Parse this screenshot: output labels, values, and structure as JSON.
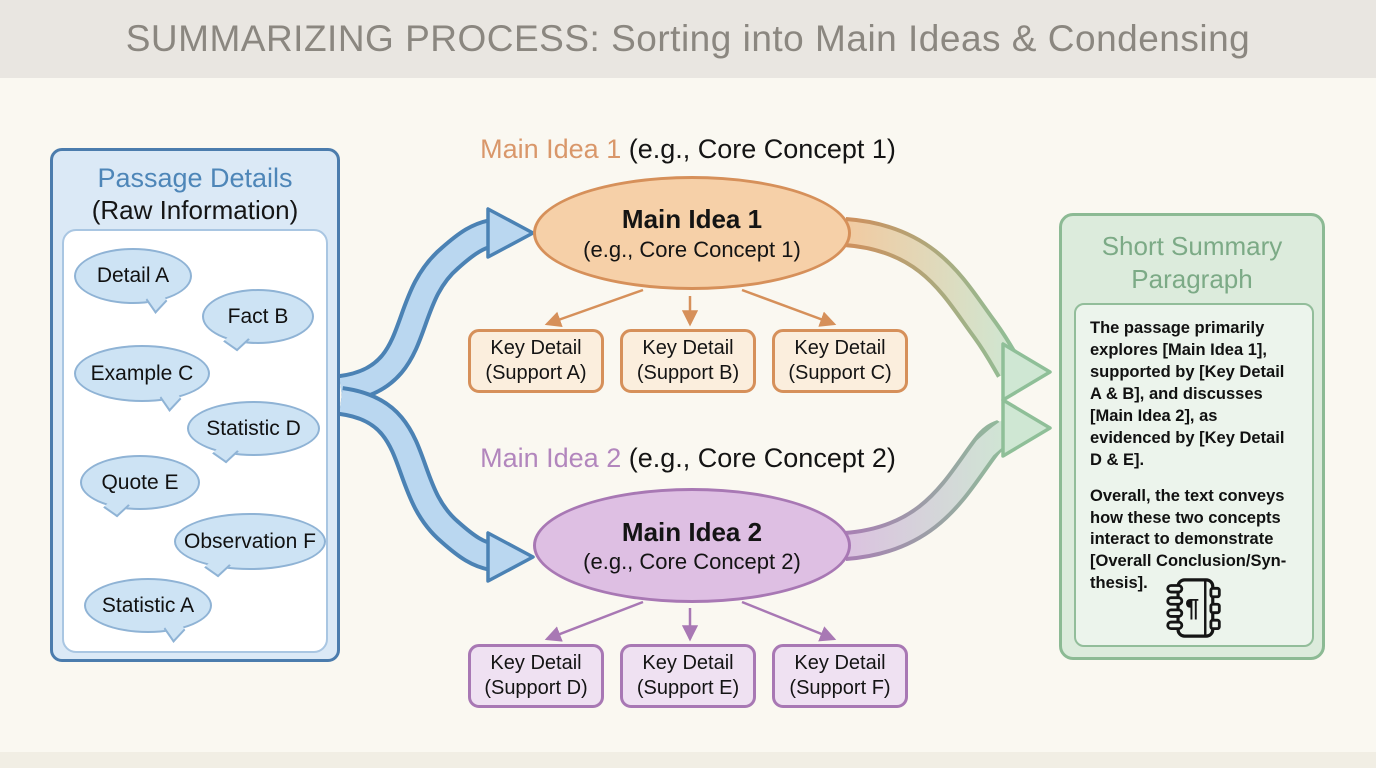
{
  "header": {
    "title": "SUMMARIZING PROCESS: Sorting into Main Ideas & Condensing"
  },
  "passage_panel": {
    "title": "Passage Details",
    "subtitle": "(Raw Information)",
    "bubbles": [
      {
        "label": "Detail A"
      },
      {
        "label": "Fact B"
      },
      {
        "label": "Example C"
      },
      {
        "label": "Statistic D"
      },
      {
        "label": "Quote E"
      },
      {
        "label": "Observation F"
      },
      {
        "label": "Statistic A"
      }
    ]
  },
  "main_idea_1": {
    "heading_colored": "Main Idea 1",
    "heading_plain": "(e.g., Core Concept 1)",
    "ellipse_title": "Main Idea 1",
    "ellipse_subtitle": "(e.g., Core Concept 1)",
    "details": [
      {
        "line1": "Key Detail",
        "line2": "(Support A)"
      },
      {
        "line1": "Key Detail",
        "line2": "(Support B)"
      },
      {
        "line1": "Key Detail",
        "line2": "(Support C)"
      }
    ]
  },
  "main_idea_2": {
    "heading_colored": "Main Idea 2",
    "heading_plain": "(e.g., Core Concept 2)",
    "ellipse_title": "Main Idea 2",
    "ellipse_subtitle": "(e.g., Core Concept 2)",
    "details": [
      {
        "line1": "Key Detail",
        "line2": "(Support D)"
      },
      {
        "line1": "Key Detail",
        "line2": "(Support E)"
      },
      {
        "line1": "Key Detail",
        "line2": "(Support F)"
      }
    ]
  },
  "summary_panel": {
    "title": "Short Summary Paragraph",
    "paragraph1": "The passage primarily explores [Main Idea 1], supported by [Key Detail A & B], and discusses [Main Idea 2], as evidenced by [Key Detail D & E].",
    "paragraph2": "Overall, the text conveys how these two concepts interact to demonstrate [Overall Conclusion/Syn-thesis].",
    "icon_glyph": "¶"
  },
  "colors": {
    "header_bg": "#e9e6e1",
    "header_text": "#8b8780",
    "page_bg": "#faf8f1",
    "blue_panel_border": "#4b7cad",
    "blue_panel_bg": "#dbe9f6",
    "blue_title": "#4e86b8",
    "bubble_bg": "#cde3f4",
    "bubble_border": "#8fb3d5",
    "orange_accent": "#d6905a",
    "orange_fill": "#f6d0a8",
    "orange_box_fill": "#fbeedd",
    "purple_accent": "#a878b4",
    "purple_fill": "#debfe3",
    "purple_box_fill": "#efe1f2",
    "green_border": "#8cba94",
    "green_panel_bg": "#dcebdc",
    "green_title": "#7caa86",
    "blue_arrow_fill": "#bad7f0",
    "blue_arrow_stroke": "#4b82b4",
    "green_arrow_fill": "#cfe7d3"
  }
}
